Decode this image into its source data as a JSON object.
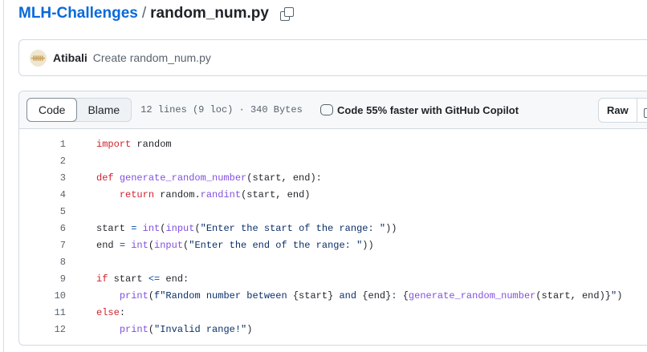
{
  "breadcrumb": {
    "repo": "MLH-Challenges",
    "separator": "/",
    "file": "random_num.py"
  },
  "commit": {
    "avatar_icon": "identicon",
    "author": "Atibali",
    "message": "Create random_num.py"
  },
  "file_header": {
    "tabs": [
      {
        "label": "Code",
        "active": true
      },
      {
        "label": "Blame",
        "active": false
      }
    ],
    "meta": "12 lines (9 loc) · 340 Bytes",
    "copilot": "Code 55% faster with GitHub Copilot",
    "raw": "Raw"
  },
  "code": {
    "lines": [
      [
        [
          "import",
          "k"
        ],
        [
          " random",
          ""
        ]
      ],
      [],
      [
        [
          "def",
          "k"
        ],
        [
          " ",
          ""
        ],
        [
          "generate_random_number",
          "f"
        ],
        [
          "(start, end):",
          ""
        ]
      ],
      [
        [
          "    ",
          ""
        ],
        [
          "return",
          "k"
        ],
        [
          " random.",
          ""
        ],
        [
          "randint",
          "f"
        ],
        [
          "(start, end)",
          ""
        ]
      ],
      [],
      [
        [
          "start ",
          ""
        ],
        [
          "=",
          "o"
        ],
        [
          " ",
          ""
        ],
        [
          "int",
          "f"
        ],
        [
          "(",
          ""
        ],
        [
          "input",
          "f"
        ],
        [
          "(",
          ""
        ],
        [
          "\"Enter the start of the range: \"",
          "s"
        ],
        [
          "))",
          ""
        ]
      ],
      [
        [
          "end ",
          ""
        ],
        [
          "=",
          "o"
        ],
        [
          " ",
          ""
        ],
        [
          "int",
          "f"
        ],
        [
          "(",
          ""
        ],
        [
          "input",
          "f"
        ],
        [
          "(",
          ""
        ],
        [
          "\"Enter the end of the range: \"",
          "s"
        ],
        [
          "))",
          ""
        ]
      ],
      [],
      [
        [
          "if",
          "k"
        ],
        [
          " start ",
          ""
        ],
        [
          "<=",
          "o"
        ],
        [
          " end:",
          ""
        ]
      ],
      [
        [
          "    ",
          ""
        ],
        [
          "print",
          "f"
        ],
        [
          "(",
          ""
        ],
        [
          "f\"Random number between ",
          "s"
        ],
        [
          "{start}",
          ""
        ],
        [
          " and ",
          "s"
        ],
        [
          "{end}",
          ""
        ],
        [
          ": ",
          "s"
        ],
        [
          "{",
          ""
        ],
        [
          "generate_random_number",
          "f"
        ],
        [
          "(start, end)}",
          ""
        ],
        [
          "\"",
          "s"
        ],
        [
          ")",
          ""
        ]
      ],
      [
        [
          "else",
          "k"
        ],
        [
          ":",
          ""
        ]
      ],
      [
        [
          "    ",
          ""
        ],
        [
          "print",
          "f"
        ],
        [
          "(",
          ""
        ],
        [
          "\"Invalid range!\"",
          "s"
        ],
        [
          ")",
          ""
        ]
      ]
    ]
  }
}
